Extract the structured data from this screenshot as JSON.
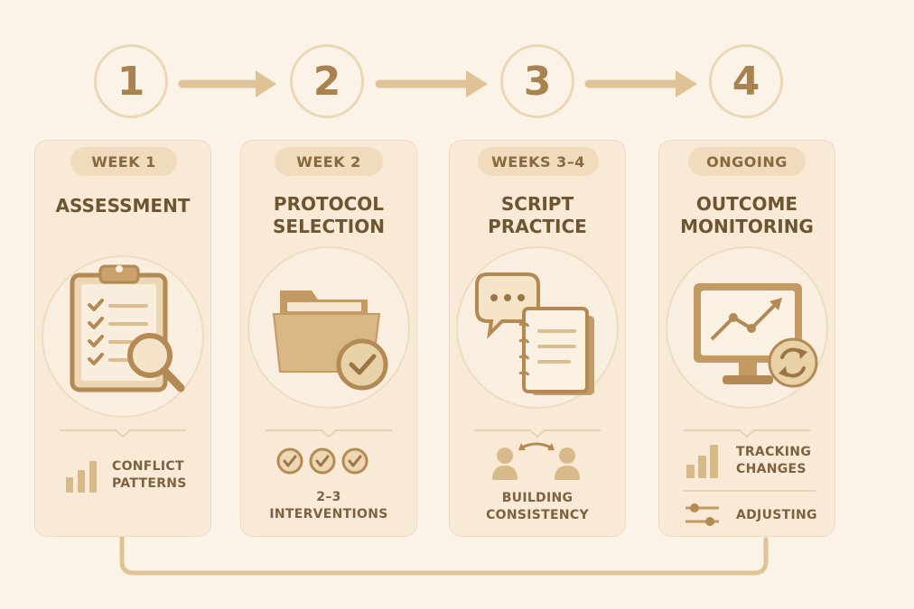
{
  "steps": [
    {
      "number": "1",
      "period": "WEEK 1",
      "title": [
        "ASSESSMENT"
      ],
      "labels": [
        "CONFLICT",
        "PATTERNS"
      ]
    },
    {
      "number": "2",
      "period": "WEEK 2",
      "title": [
        "PROTOCOL",
        "SELECTION"
      ],
      "labels": [
        "2–3",
        "INTERVENTIONS"
      ]
    },
    {
      "number": "3",
      "period": "WEEKS 3–4",
      "title": [
        "SCRIPT",
        "PRACTICE"
      ],
      "labels": [
        "BUILDING",
        "CONSISTENCY"
      ]
    },
    {
      "number": "4",
      "period": "ONGOING",
      "title": [
        "OUTCOME",
        "MONITORING"
      ],
      "labels": [
        "TRACKING",
        "CHANGES",
        "ADJUSTING"
      ]
    }
  ],
  "colors": {
    "background": "#fbf3e8",
    "card": "#f8ead6",
    "accent": "#d9b98a",
    "dark_accent": "#a8834f",
    "text": "#6e5532"
  },
  "icons": [
    "clipboard-checklist-icon",
    "magnifier-icon",
    "folder-check-icon",
    "speech-bubble-icon",
    "notebook-icon",
    "people-exchange-icon",
    "monitor-chart-icon",
    "refresh-icon",
    "bar-chart-icon",
    "sliders-icon",
    "check-circle-icon"
  ]
}
